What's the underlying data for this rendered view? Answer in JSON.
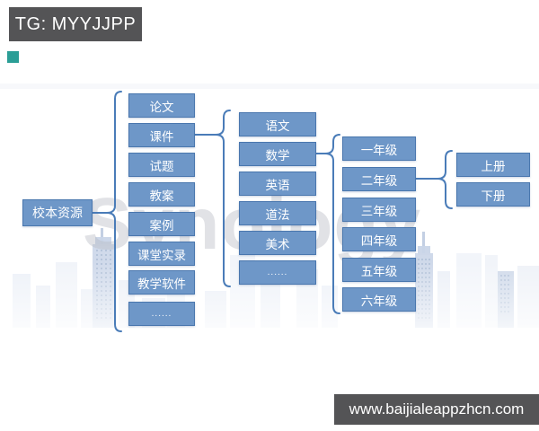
{
  "banners": {
    "top": "TG: MYYJJPP",
    "bottom": "www.baijialeappzhcn.com"
  },
  "watermark": "Synology",
  "colors": {
    "node_fill": "#6e97c8",
    "node_border": "#4a77ae",
    "connector": "#4a7cb8",
    "banner_bg": "#545456",
    "accent_square": "#2b9e96",
    "skyline": "#dfe6f2"
  },
  "tree": {
    "root": "校本资源",
    "level1": {
      "items": [
        "论文",
        "课件",
        "试题",
        "教案",
        "案例",
        "课堂实录",
        "教学软件",
        "......"
      ]
    },
    "level2": {
      "parent": "课件",
      "items": [
        "语文",
        "数学",
        "英语",
        "道法",
        "美术",
        "......"
      ]
    },
    "level3": {
      "parent": "数学",
      "items": [
        "一年级",
        "二年级",
        "三年级",
        "四年级",
        "五年级",
        "六年级"
      ]
    },
    "level4": {
      "parent": "二年级",
      "items": [
        "上册",
        "下册"
      ]
    }
  }
}
